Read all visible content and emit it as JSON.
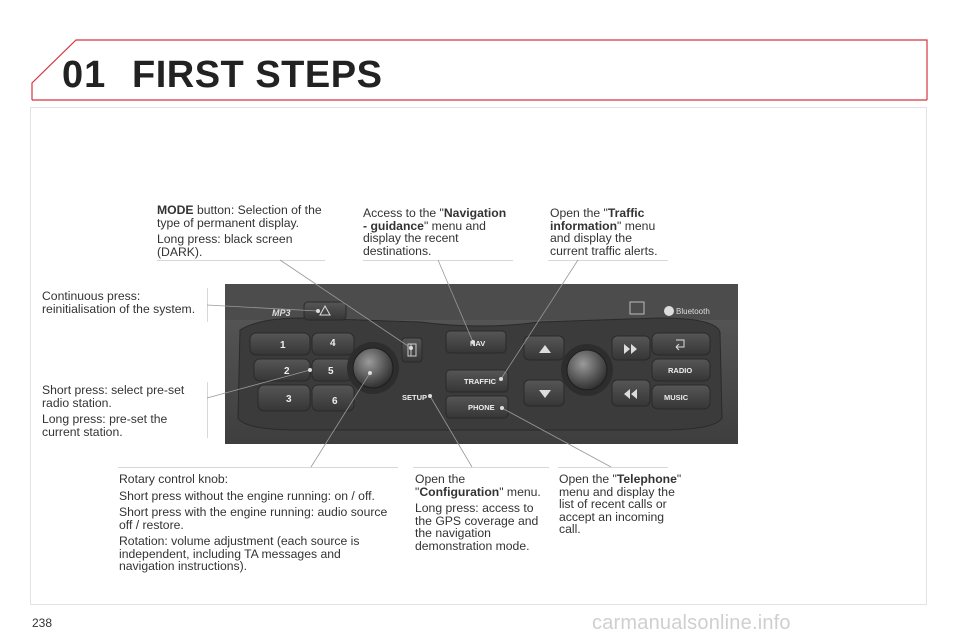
{
  "header": {
    "chapter_number": "01",
    "chapter_title": "FIRST STEPS",
    "accent_color": "#d8343f"
  },
  "callouts": {
    "mode_button": {
      "bold": "MODE",
      "text1": " button: Selection of the type of permanent display.",
      "text2": "Long press: black screen (DARK)."
    },
    "nav": {
      "pre": "Access to the \"",
      "bold": "Navigation - guidance",
      "post": "\" menu and display the recent destinations."
    },
    "traffic": {
      "pre": "Open the \"",
      "bold": "Traffic information",
      "post": "\" menu and display the current traffic alerts."
    },
    "reset": {
      "text": "Continuous press: reinitialisation of the system."
    },
    "preset": {
      "text1": "Short press: select pre-set radio station.",
      "text2": "Long press: pre-set the current station."
    },
    "rotary": {
      "line1": "Rotary control knob:",
      "line2": "Short press without the engine running: on / off.",
      "line3": "Short press with the engine running: audio source off / restore.",
      "line4": "Rotation: volume adjustment (each source is independent, including TA messages and navigation instructions)."
    },
    "setup": {
      "pre": "Open the \"",
      "bold": "Configuration",
      "post": "\" menu.",
      "text2": "Long press: access to the GPS coverage and the navigation demonstration mode."
    },
    "phone": {
      "pre": "Open the \"",
      "bold": "Telephone",
      "post": "\" menu and display the list of recent calls or accept an incoming call."
    }
  },
  "panel": {
    "labels": {
      "mp3": "MP3",
      "nav": "NAV",
      "traffic": "TRAFFIC",
      "phone": "PHONE",
      "setup": "SETUP",
      "radio": "RADIO",
      "music": "MUSIC",
      "bluetooth": "Bluetooth"
    },
    "presets": [
      "1",
      "2",
      "3",
      "4",
      "5",
      "6"
    ]
  },
  "footer": {
    "page_number": "238",
    "watermark": "carmanualsonline.info"
  }
}
